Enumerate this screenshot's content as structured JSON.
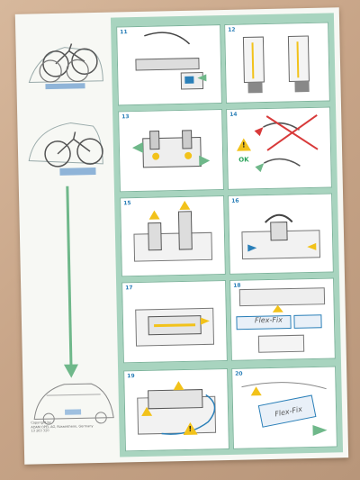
{
  "steps": [
    {
      "num": "11"
    },
    {
      "num": "12"
    },
    {
      "num": "13"
    },
    {
      "num": "14"
    },
    {
      "num": "15"
    },
    {
      "num": "16"
    },
    {
      "num": "17"
    },
    {
      "num": "18"
    },
    {
      "num": "19"
    },
    {
      "num": "20"
    }
  ],
  "ok_label": "OK",
  "warning_symbol": "!",
  "plate_label_18": "Flex-Fix",
  "plate_label_20": "Flex-Fix",
  "copyright": {
    "line1": "Copyright by",
    "line2": "ADAM OPEL AG, Rüsselsheim, Germany",
    "line3": "13 263 320"
  },
  "colors": {
    "panel_green": "#a8d4bf",
    "arrow_green": "#6fb88a",
    "accent_yellow": "#f2c21a",
    "accent_blue": "#2a7fb8",
    "accent_red": "#d83a3a"
  }
}
